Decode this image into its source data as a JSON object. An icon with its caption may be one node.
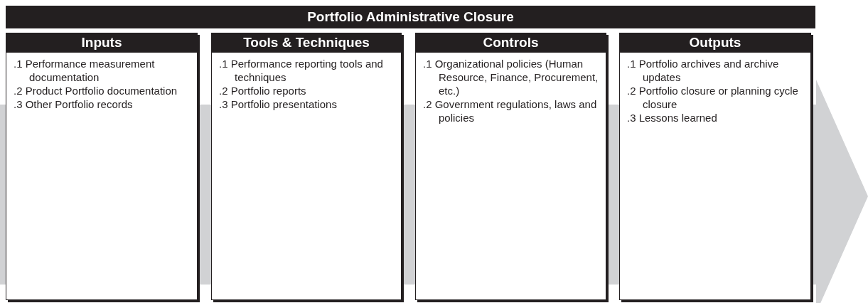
{
  "diagram": {
    "nodes": [
      {
        "text": [
          "Portfolio Administrative Closure"
        ]
      },
      {
        "text": [
          "Inputs",
          ".1 Performance measurement documentation",
          ".2 Product Portfolio documentation",
          ".3 Other Portfolio records"
        ]
      },
      {
        "text": [
          "Tools & Techniques",
          ".1 Performance reporting tools and techniques",
          ".2 Portfolio reports",
          ".3 Portfolio presentations"
        ]
      },
      {
        "text": [
          "Controls",
          ".1 Organizational policies (Human Resource, Finance, Procurement, etc.)",
          ".2 Government regulations, laws and policies"
        ]
      },
      {
        "text": [
          "Outputs",
          ".1 Portfolio archives and archive updates",
          ".2 Portfolio closure or planning cycle closure",
          ".3 Lessons learned"
        ]
      }
    ]
  }
}
